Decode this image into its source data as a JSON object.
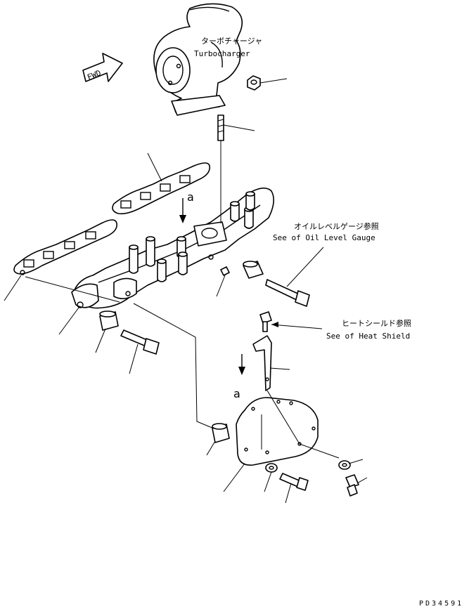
{
  "labels": {
    "turbo_jp": "ターボチャージャ",
    "turbo_en": "Turbocharger",
    "oil_jp": "オイルレベルゲージ参照",
    "oil_en": "See of Oil Level Gauge",
    "heat_jp": "ヒートシールド参照",
    "heat_en": "See of Heat Shield",
    "view_upper": "a",
    "view_lower": "a",
    "fwd": "FWD",
    "drawing_code": "PD34591"
  }
}
